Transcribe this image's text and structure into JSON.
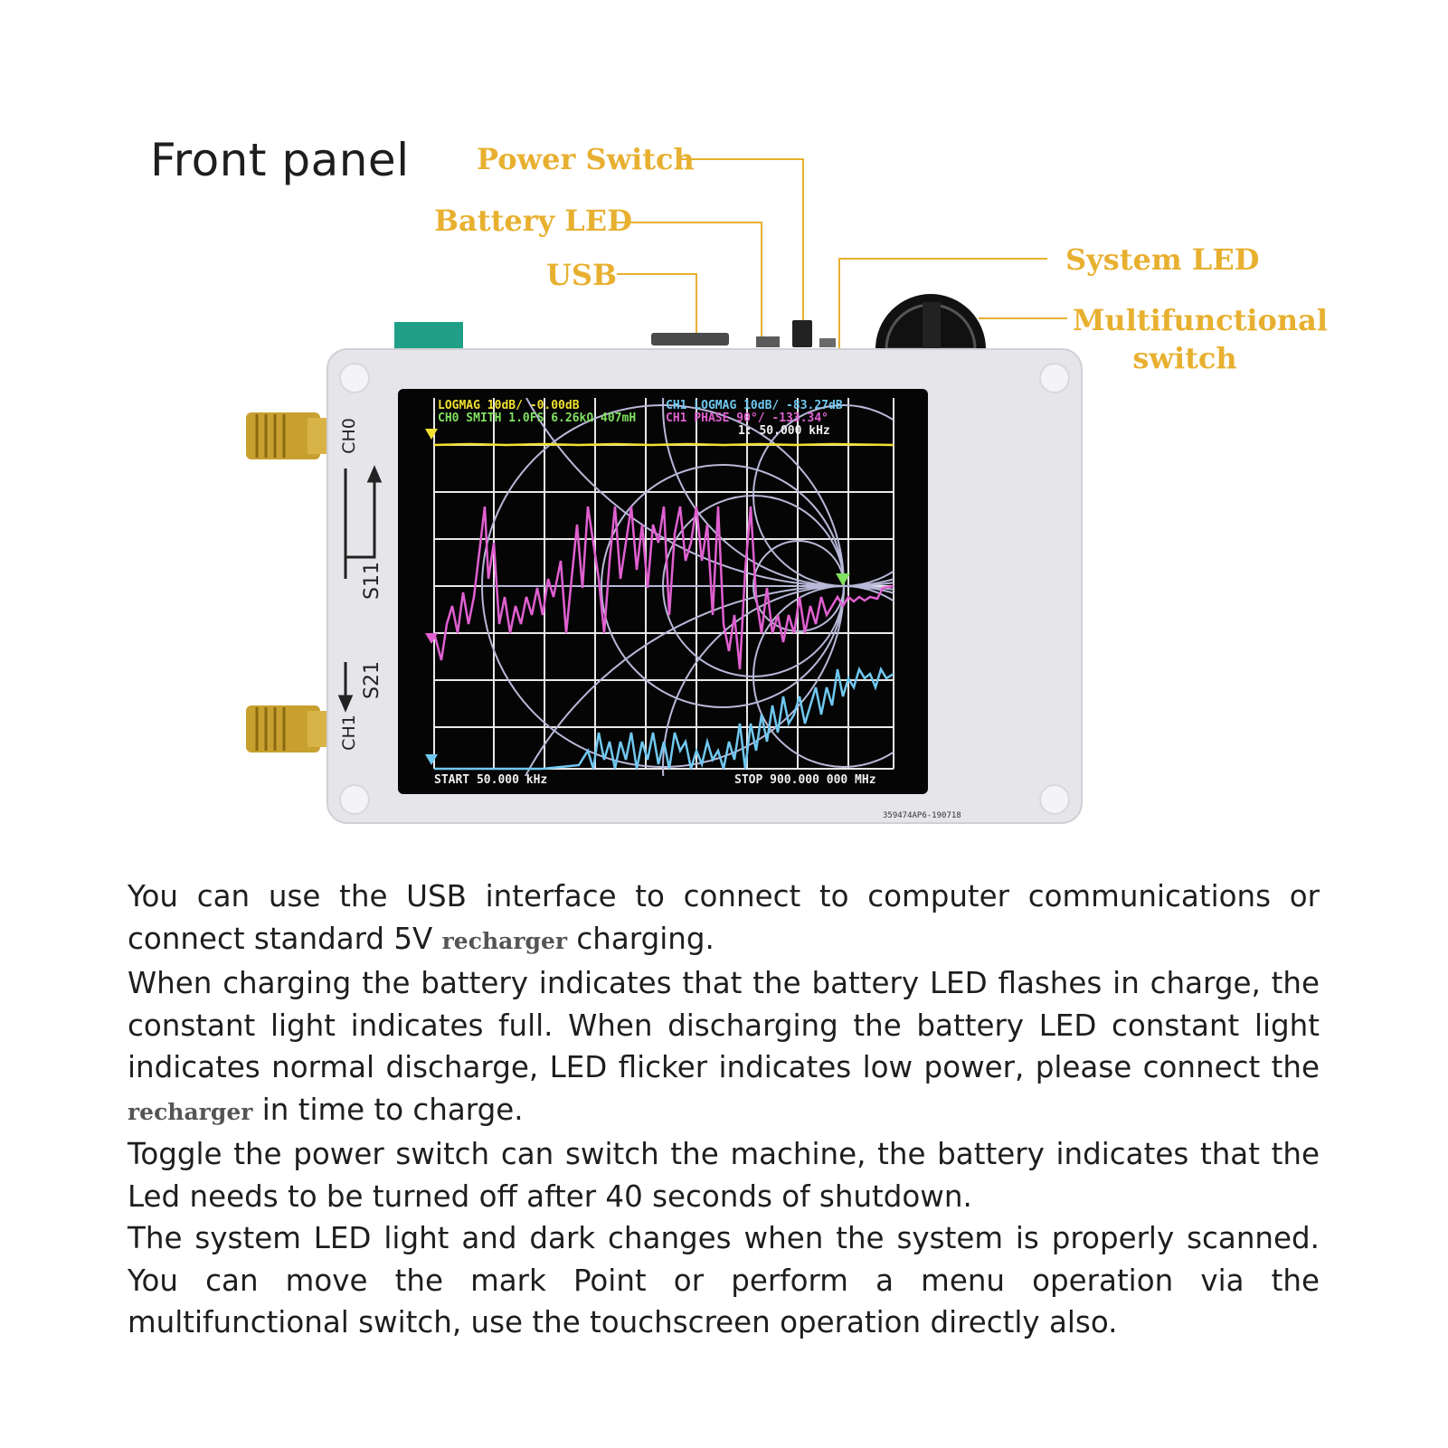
{
  "title": "Front panel",
  "callouts": {
    "power_switch": "Power Switch",
    "battery_led": "Battery LED",
    "usb": "USB",
    "system_led": "System LED",
    "multifunctional_line1": "Multifunctional",
    "multifunctional_line2": "switch"
  },
  "device": {
    "port_ch0": "CH0",
    "port_ch1": "CH1",
    "label_s11": "S11",
    "label_s21": "S21",
    "serial": "359474AP6-190718",
    "screen": {
      "line1_a": "LOGMAG 10dB/ -0.00dB",
      "line1_b": "CH1 LOGMAG 10dB/ -83.27dB",
      "line2_a": "CH0 SMITH 1.0FS 6.26kΩ 407mH",
      "line2_b": "CH1 PHASE 90°/ -133.34°",
      "marker": "1: 50.000 kHz",
      "start": "START 50.000 kHz",
      "stop": "STOP 900.000 000 MHz"
    }
  },
  "paragraphs": {
    "p1_a": "You can use the USB interface to connect to computer communications or connect standard 5V",
    "p1_rc": "recharger",
    "p1_b": "charging.",
    "p2_a": "When charging the battery indicates that the battery LED flashes in charge, the constant light indicates full. When discharging the battery LED constant light indicates normal discharge, LED flicker indicates low power, please connect the",
    "p2_rc": "recharger",
    "p2_b": "in time to charge.",
    "p3": "Toggle the power switch can switch the machine, the battery indicates that the Led needs to be turned off after 40 seconds of shutdown.",
    "p4": "The system LED light and dark changes when the system is properly scanned. You can move the mark Point or perform a menu operation via the multifunctional switch, use the touchscreen operation directly also."
  },
  "colors": {
    "callout": "#e8b030",
    "trace_yellow": "#f0e030",
    "trace_magenta": "#e060d0",
    "trace_cyan": "#70c8f0",
    "smith": "#b8b8d8",
    "case": "#e6e6ea"
  }
}
